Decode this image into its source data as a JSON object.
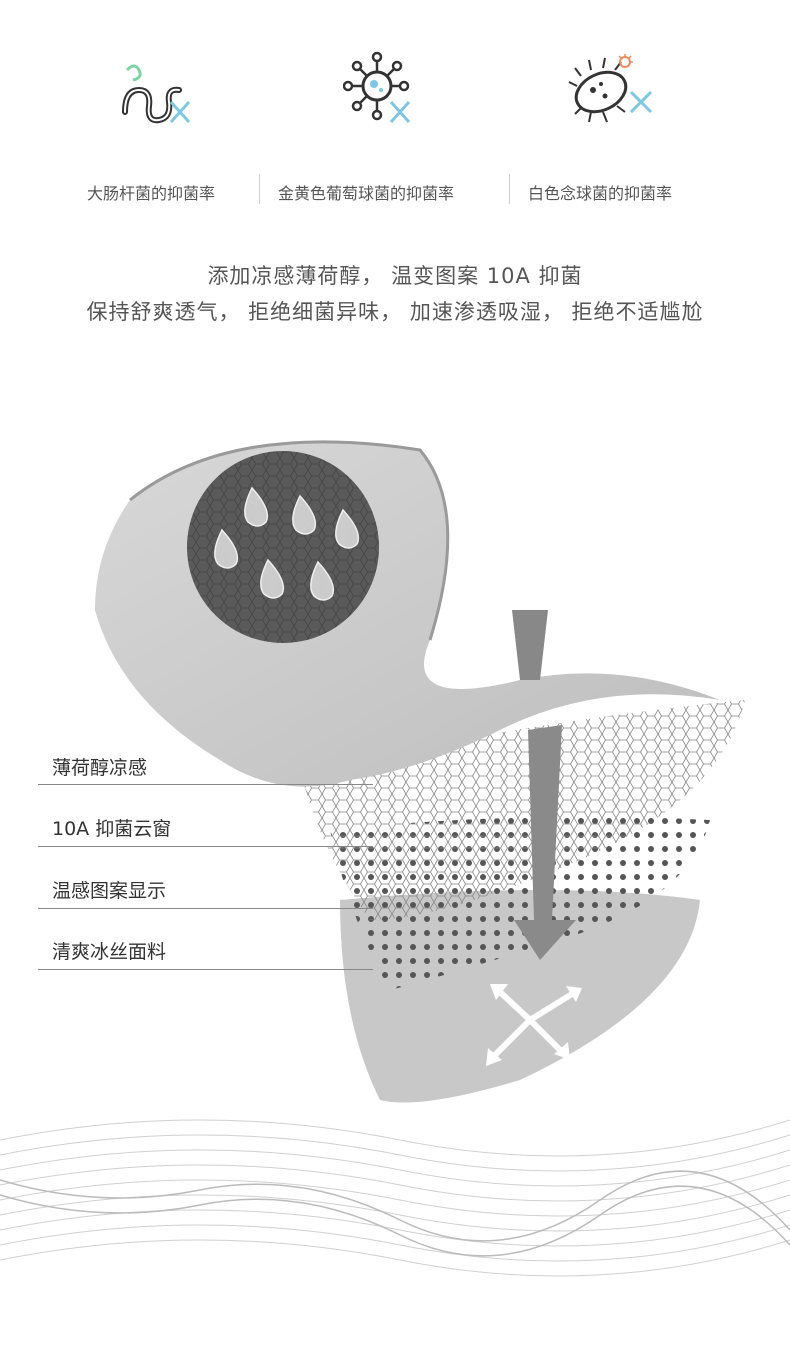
{
  "icons": [
    {
      "name": "worm-bacteria-icon",
      "label": "大肠杆菌的抑菌率"
    },
    {
      "name": "virus-icon",
      "label": "金黄色葡萄球菌的抑菌率"
    },
    {
      "name": "bacterium-icon",
      "label": "白色念球菌的抑菌率"
    }
  ],
  "tagline": {
    "line1": "添加凉感薄荷醇，  温变图案 10A 抑菌",
    "line2": "保持舒爽透气，  拒绝细菌异味，  加速渗透吸湿，  拒绝不适尴尬"
  },
  "layers": [
    {
      "label": "薄荷醇凉感"
    },
    {
      "label": "10A 抑菌云窗"
    },
    {
      "label": "温感图案显示"
    },
    {
      "label": "清爽冰丝面料"
    }
  ],
  "colors": {
    "icon_dark": "#333333",
    "accent_green": "#7fd3a3",
    "accent_blue": "#7ec8e3",
    "accent_orange": "#f08a5d",
    "pad_gray": "#c9c9c9",
    "circle_dark": "#555555"
  }
}
